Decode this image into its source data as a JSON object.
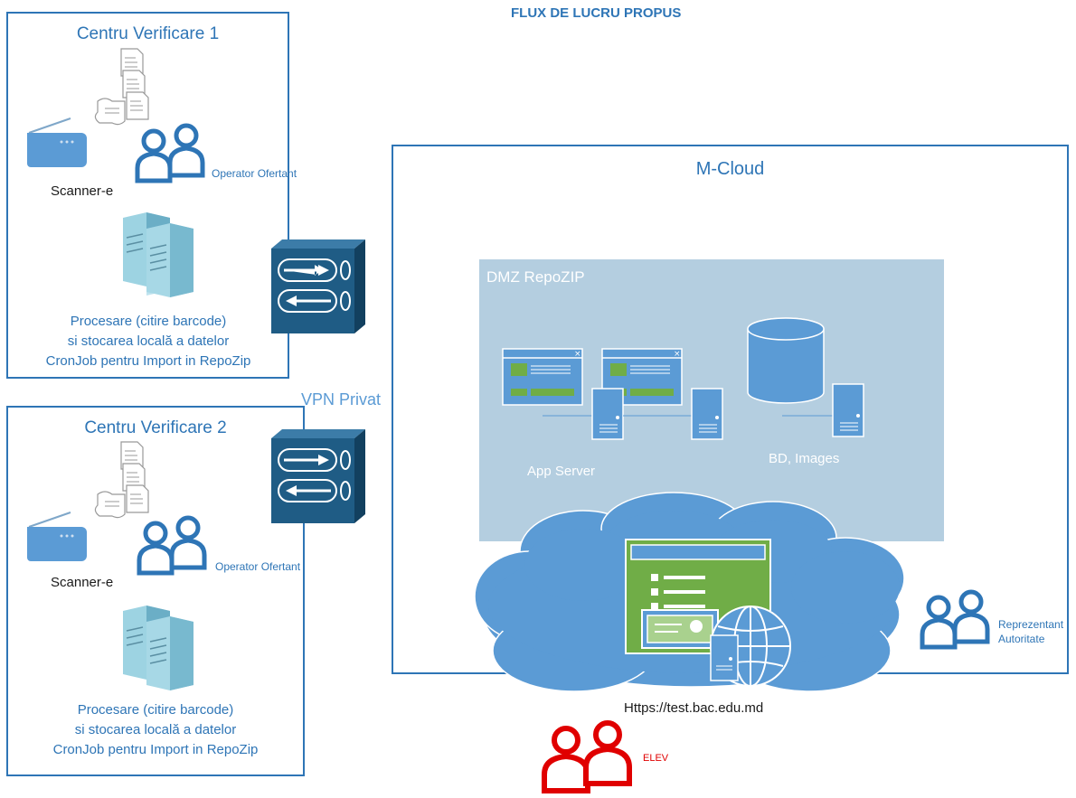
{
  "title": "FLUX DE LUCRU PROPUS",
  "center1": {
    "title": "Centru Verificare 1",
    "scanner_label": "Scanner-e",
    "operator_label": "Operator Ofertant",
    "processing_lines": [
      "Procesare (citire barcode)",
      "si stocarea locală a datelor",
      "CronJob pentru Import in RepoZip"
    ]
  },
  "center2": {
    "title": "Centru Verificare 2",
    "scanner_label": "Scanner-e",
    "operator_label": "Operator Ofertant",
    "processing_lines": [
      "Procesare (citire barcode)",
      "si stocarea locală a datelor",
      "CronJob pentru Import in RepoZip"
    ]
  },
  "vpn_label": "VPN Privat",
  "cloud": {
    "title": "M-Cloud",
    "dmz_title": "DMZ RepoZIP",
    "app_server_label": "App Server",
    "db_label": "BD, Images",
    "url_label": "Https://test.bac.edu.md"
  },
  "authority_label_1": "Reprezentant",
  "authority_label_2": "Autoritate",
  "student_label": "ELEV",
  "colors": {
    "accent": "#2E75B6",
    "router": "#1F5C85",
    "dmz": "#B4CEE0",
    "cloud": "#5B9BD5",
    "student": "#E00000"
  }
}
